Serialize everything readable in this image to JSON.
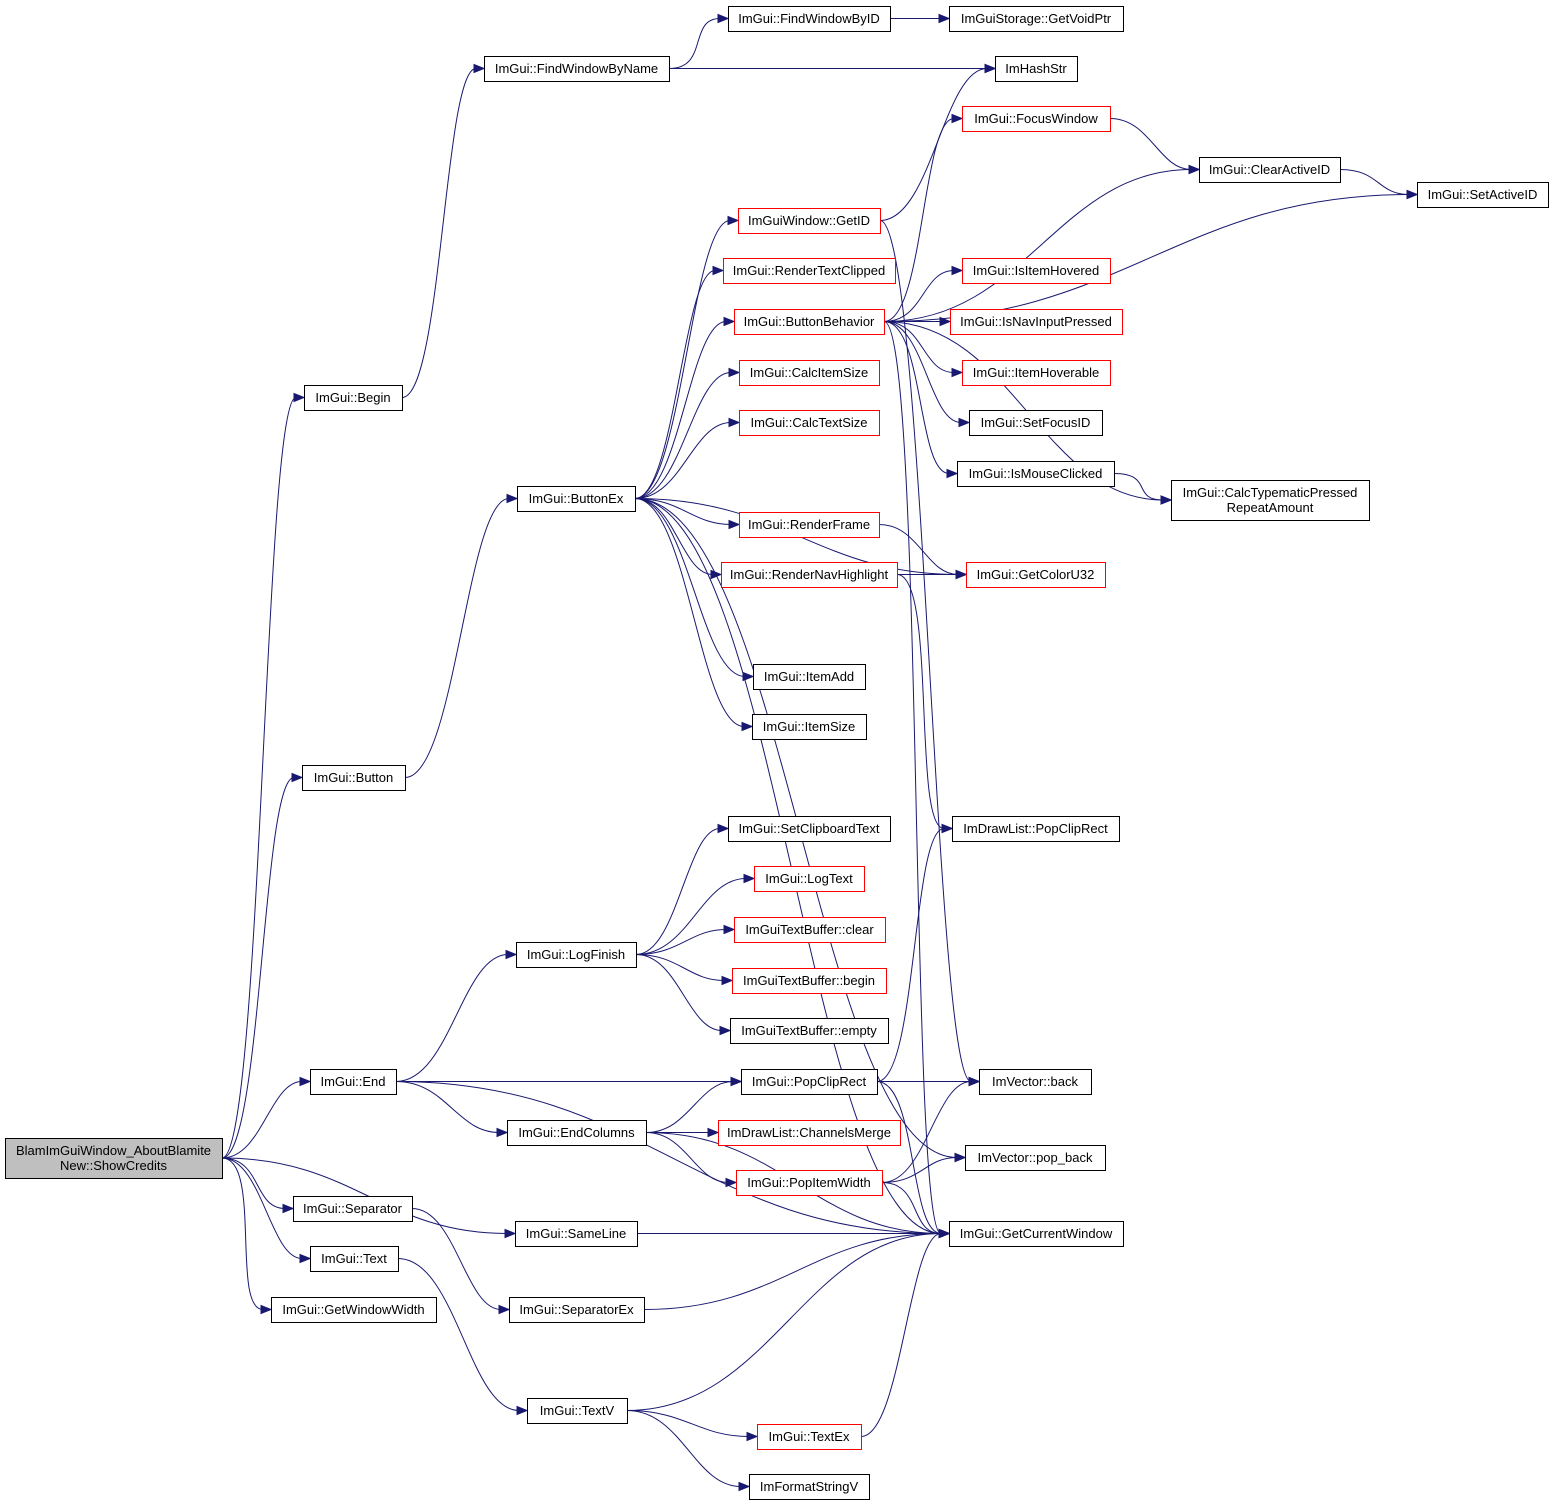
{
  "graph": {
    "style": {
      "edge_color": "#191970",
      "background": "#ffffff",
      "root_fill": "#bfbfbf",
      "border_normal": "#000000",
      "border_truncated": "#ff0000"
    },
    "nodes": [
      {
        "id": "root",
        "lines": [
          "BlamImGuiWindow_AboutBlamite",
          "New::ShowCredits"
        ],
        "kind": "root"
      },
      {
        "id": "begin",
        "lines": [
          "ImGui::Begin"
        ],
        "kind": "normal"
      },
      {
        "id": "button",
        "lines": [
          "ImGui::Button"
        ],
        "kind": "normal"
      },
      {
        "id": "end",
        "lines": [
          "ImGui::End"
        ],
        "kind": "normal"
      },
      {
        "id": "separator",
        "lines": [
          "ImGui::Separator"
        ],
        "kind": "normal"
      },
      {
        "id": "text",
        "lines": [
          "ImGui::Text"
        ],
        "kind": "normal"
      },
      {
        "id": "getwindowwidth",
        "lines": [
          "ImGui::GetWindowWidth"
        ],
        "kind": "normal"
      },
      {
        "id": "findwindowbyname",
        "lines": [
          "ImGui::FindWindowByName"
        ],
        "kind": "normal"
      },
      {
        "id": "buttonex",
        "lines": [
          "ImGui::ButtonEx"
        ],
        "kind": "normal"
      },
      {
        "id": "logfinish",
        "lines": [
          "ImGui::LogFinish"
        ],
        "kind": "normal"
      },
      {
        "id": "endcolumns",
        "lines": [
          "ImGui::EndColumns"
        ],
        "kind": "normal"
      },
      {
        "id": "sameline",
        "lines": [
          "ImGui::SameLine"
        ],
        "kind": "normal"
      },
      {
        "id": "separatorex",
        "lines": [
          "ImGui::SeparatorEx"
        ],
        "kind": "normal"
      },
      {
        "id": "textv",
        "lines": [
          "ImGui::TextV"
        ],
        "kind": "normal"
      },
      {
        "id": "findwindowbyid",
        "lines": [
          "ImGui::FindWindowByID"
        ],
        "kind": "normal"
      },
      {
        "id": "getid",
        "lines": [
          "ImGuiWindow::GetID"
        ],
        "kind": "truncated"
      },
      {
        "id": "rendertextclipped",
        "lines": [
          "ImGui::RenderTextClipped"
        ],
        "kind": "truncated"
      },
      {
        "id": "buttonbehavior",
        "lines": [
          "ImGui::ButtonBehavior"
        ],
        "kind": "truncated"
      },
      {
        "id": "calcitemsize",
        "lines": [
          "ImGui::CalcItemSize"
        ],
        "kind": "truncated"
      },
      {
        "id": "calctextsize",
        "lines": [
          "ImGui::CalcTextSize"
        ],
        "kind": "truncated"
      },
      {
        "id": "renderframe",
        "lines": [
          "ImGui::RenderFrame"
        ],
        "kind": "truncated"
      },
      {
        "id": "rendernavhighlight",
        "lines": [
          "ImGui::RenderNavHighlight"
        ],
        "kind": "truncated"
      },
      {
        "id": "itemadd",
        "lines": [
          "ImGui::ItemAdd"
        ],
        "kind": "normal"
      },
      {
        "id": "itemsize",
        "lines": [
          "ImGui::ItemSize"
        ],
        "kind": "normal"
      },
      {
        "id": "setclipboardtext",
        "lines": [
          "ImGui::SetClipboardText"
        ],
        "kind": "normal"
      },
      {
        "id": "logtext",
        "lines": [
          "ImGui::LogText"
        ],
        "kind": "truncated"
      },
      {
        "id": "tbclear",
        "lines": [
          "ImGuiTextBuffer::clear"
        ],
        "kind": "truncated"
      },
      {
        "id": "tbbegin",
        "lines": [
          "ImGuiTextBuffer::begin"
        ],
        "kind": "truncated"
      },
      {
        "id": "tbempty",
        "lines": [
          "ImGuiTextBuffer::empty"
        ],
        "kind": "normal"
      },
      {
        "id": "popcliprect",
        "lines": [
          "ImGui::PopClipRect"
        ],
        "kind": "normal"
      },
      {
        "id": "channelsmerge",
        "lines": [
          "ImDrawList::ChannelsMerge"
        ],
        "kind": "truncated"
      },
      {
        "id": "popitemwidth",
        "lines": [
          "ImGui::PopItemWidth"
        ],
        "kind": "truncated"
      },
      {
        "id": "textex",
        "lines": [
          "ImGui::TextEx"
        ],
        "kind": "truncated"
      },
      {
        "id": "imformatstringv",
        "lines": [
          "ImFormatStringV"
        ],
        "kind": "normal"
      },
      {
        "id": "getvoidptr",
        "lines": [
          "ImGuiStorage::GetVoidPtr"
        ],
        "kind": "normal"
      },
      {
        "id": "imhashstr",
        "lines": [
          "ImHashStr"
        ],
        "kind": "normal"
      },
      {
        "id": "focuswindow",
        "lines": [
          "ImGui::FocusWindow"
        ],
        "kind": "truncated"
      },
      {
        "id": "clearactiveid",
        "lines": [
          "ImGui::ClearActiveID"
        ],
        "kind": "normal"
      },
      {
        "id": "setactiveid",
        "lines": [
          "ImGui::SetActiveID"
        ],
        "kind": "normal"
      },
      {
        "id": "isitemhovered",
        "lines": [
          "ImGui::IsItemHovered"
        ],
        "kind": "truncated"
      },
      {
        "id": "isnavinputpressed",
        "lines": [
          "ImGui::IsNavInputPressed"
        ],
        "kind": "truncated"
      },
      {
        "id": "itemhoverable",
        "lines": [
          "ImGui::ItemHoverable"
        ],
        "kind": "truncated"
      },
      {
        "id": "setfocusid",
        "lines": [
          "ImGui::SetFocusID"
        ],
        "kind": "normal"
      },
      {
        "id": "ismouseclicked",
        "lines": [
          "ImGui::IsMouseClicked"
        ],
        "kind": "normal"
      },
      {
        "id": "calctypematic",
        "lines": [
          "ImGui::CalcTypematicPressed",
          "RepeatAmount"
        ],
        "kind": "normal"
      },
      {
        "id": "getcoloru32",
        "lines": [
          "ImGui::GetColorU32"
        ],
        "kind": "truncated"
      },
      {
        "id": "dlpopcliprect",
        "lines": [
          "ImDrawList::PopClipRect"
        ],
        "kind": "normal"
      },
      {
        "id": "vecback",
        "lines": [
          "ImVector::back"
        ],
        "kind": "normal"
      },
      {
        "id": "vecpopback",
        "lines": [
          "ImVector::pop_back"
        ],
        "kind": "normal"
      },
      {
        "id": "getcurrentwindow",
        "lines": [
          "ImGui::GetCurrentWindow"
        ],
        "kind": "normal"
      }
    ],
    "edges": [
      [
        "root",
        "begin"
      ],
      [
        "root",
        "button"
      ],
      [
        "root",
        "end"
      ],
      [
        "root",
        "separator"
      ],
      [
        "root",
        "text"
      ],
      [
        "root",
        "getwindowwidth"
      ],
      [
        "root",
        "sameline"
      ],
      [
        "begin",
        "findwindowbyname"
      ],
      [
        "findwindowbyname",
        "findwindowbyid"
      ],
      [
        "findwindowbyname",
        "imhashstr"
      ],
      [
        "findwindowbyid",
        "getvoidptr"
      ],
      [
        "button",
        "buttonex"
      ],
      [
        "buttonex",
        "getid"
      ],
      [
        "buttonex",
        "rendertextclipped"
      ],
      [
        "buttonex",
        "buttonbehavior"
      ],
      [
        "buttonex",
        "calcitemsize"
      ],
      [
        "buttonex",
        "calctextsize"
      ],
      [
        "buttonex",
        "renderframe"
      ],
      [
        "buttonex",
        "rendernavhighlight"
      ],
      [
        "buttonex",
        "itemadd"
      ],
      [
        "buttonex",
        "itemsize"
      ],
      [
        "buttonex",
        "getcoloru32"
      ],
      [
        "buttonex",
        "getcurrentwindow"
      ],
      [
        "getid",
        "imhashstr"
      ],
      [
        "getid",
        "vecback"
      ],
      [
        "buttonbehavior",
        "focuswindow"
      ],
      [
        "buttonbehavior",
        "clearactiveid"
      ],
      [
        "buttonbehavior",
        "setactiveid"
      ],
      [
        "buttonbehavior",
        "isitemhovered"
      ],
      [
        "buttonbehavior",
        "isnavinputpressed"
      ],
      [
        "buttonbehavior",
        "itemhoverable"
      ],
      [
        "buttonbehavior",
        "setfocusid"
      ],
      [
        "buttonbehavior",
        "ismouseclicked"
      ],
      [
        "buttonbehavior",
        "calctypematic"
      ],
      [
        "buttonbehavior",
        "getcurrentwindow"
      ],
      [
        "focuswindow",
        "clearactiveid"
      ],
      [
        "clearactiveid",
        "setactiveid"
      ],
      [
        "ismouseclicked",
        "calctypematic"
      ],
      [
        "renderframe",
        "getcoloru32"
      ],
      [
        "rendernavhighlight",
        "getcoloru32"
      ],
      [
        "rendernavhighlight",
        "dlpopcliprect"
      ],
      [
        "end",
        "logfinish"
      ],
      [
        "end",
        "popcliprect"
      ],
      [
        "end",
        "endcolumns"
      ],
      [
        "end",
        "getcurrentwindow"
      ],
      [
        "logfinish",
        "setclipboardtext"
      ],
      [
        "logfinish",
        "logtext"
      ],
      [
        "logfinish",
        "tbclear"
      ],
      [
        "logfinish",
        "tbbegin"
      ],
      [
        "logfinish",
        "tbempty"
      ],
      [
        "endcolumns",
        "popcliprect"
      ],
      [
        "endcolumns",
        "channelsmerge"
      ],
      [
        "endcolumns",
        "popitemwidth"
      ],
      [
        "endcolumns",
        "getcurrentwindow"
      ],
      [
        "popcliprect",
        "vecback"
      ],
      [
        "popcliprect",
        "dlpopcliprect"
      ],
      [
        "popcliprect",
        "getcurrentwindow"
      ],
      [
        "popitemwidth",
        "vecback"
      ],
      [
        "popitemwidth",
        "vecpopback"
      ],
      [
        "popitemwidth",
        "getcurrentwindow"
      ],
      [
        "sameline",
        "getcurrentwindow"
      ],
      [
        "separator",
        "separatorex"
      ],
      [
        "separatorex",
        "getcurrentwindow"
      ],
      [
        "text",
        "textv"
      ],
      [
        "textv",
        "getcurrentwindow"
      ],
      [
        "textv",
        "textex"
      ],
      [
        "textv",
        "imformatstringv"
      ],
      [
        "textex",
        "getcurrentwindow"
      ],
      [
        "buttonex",
        "vecpopback"
      ]
    ]
  }
}
